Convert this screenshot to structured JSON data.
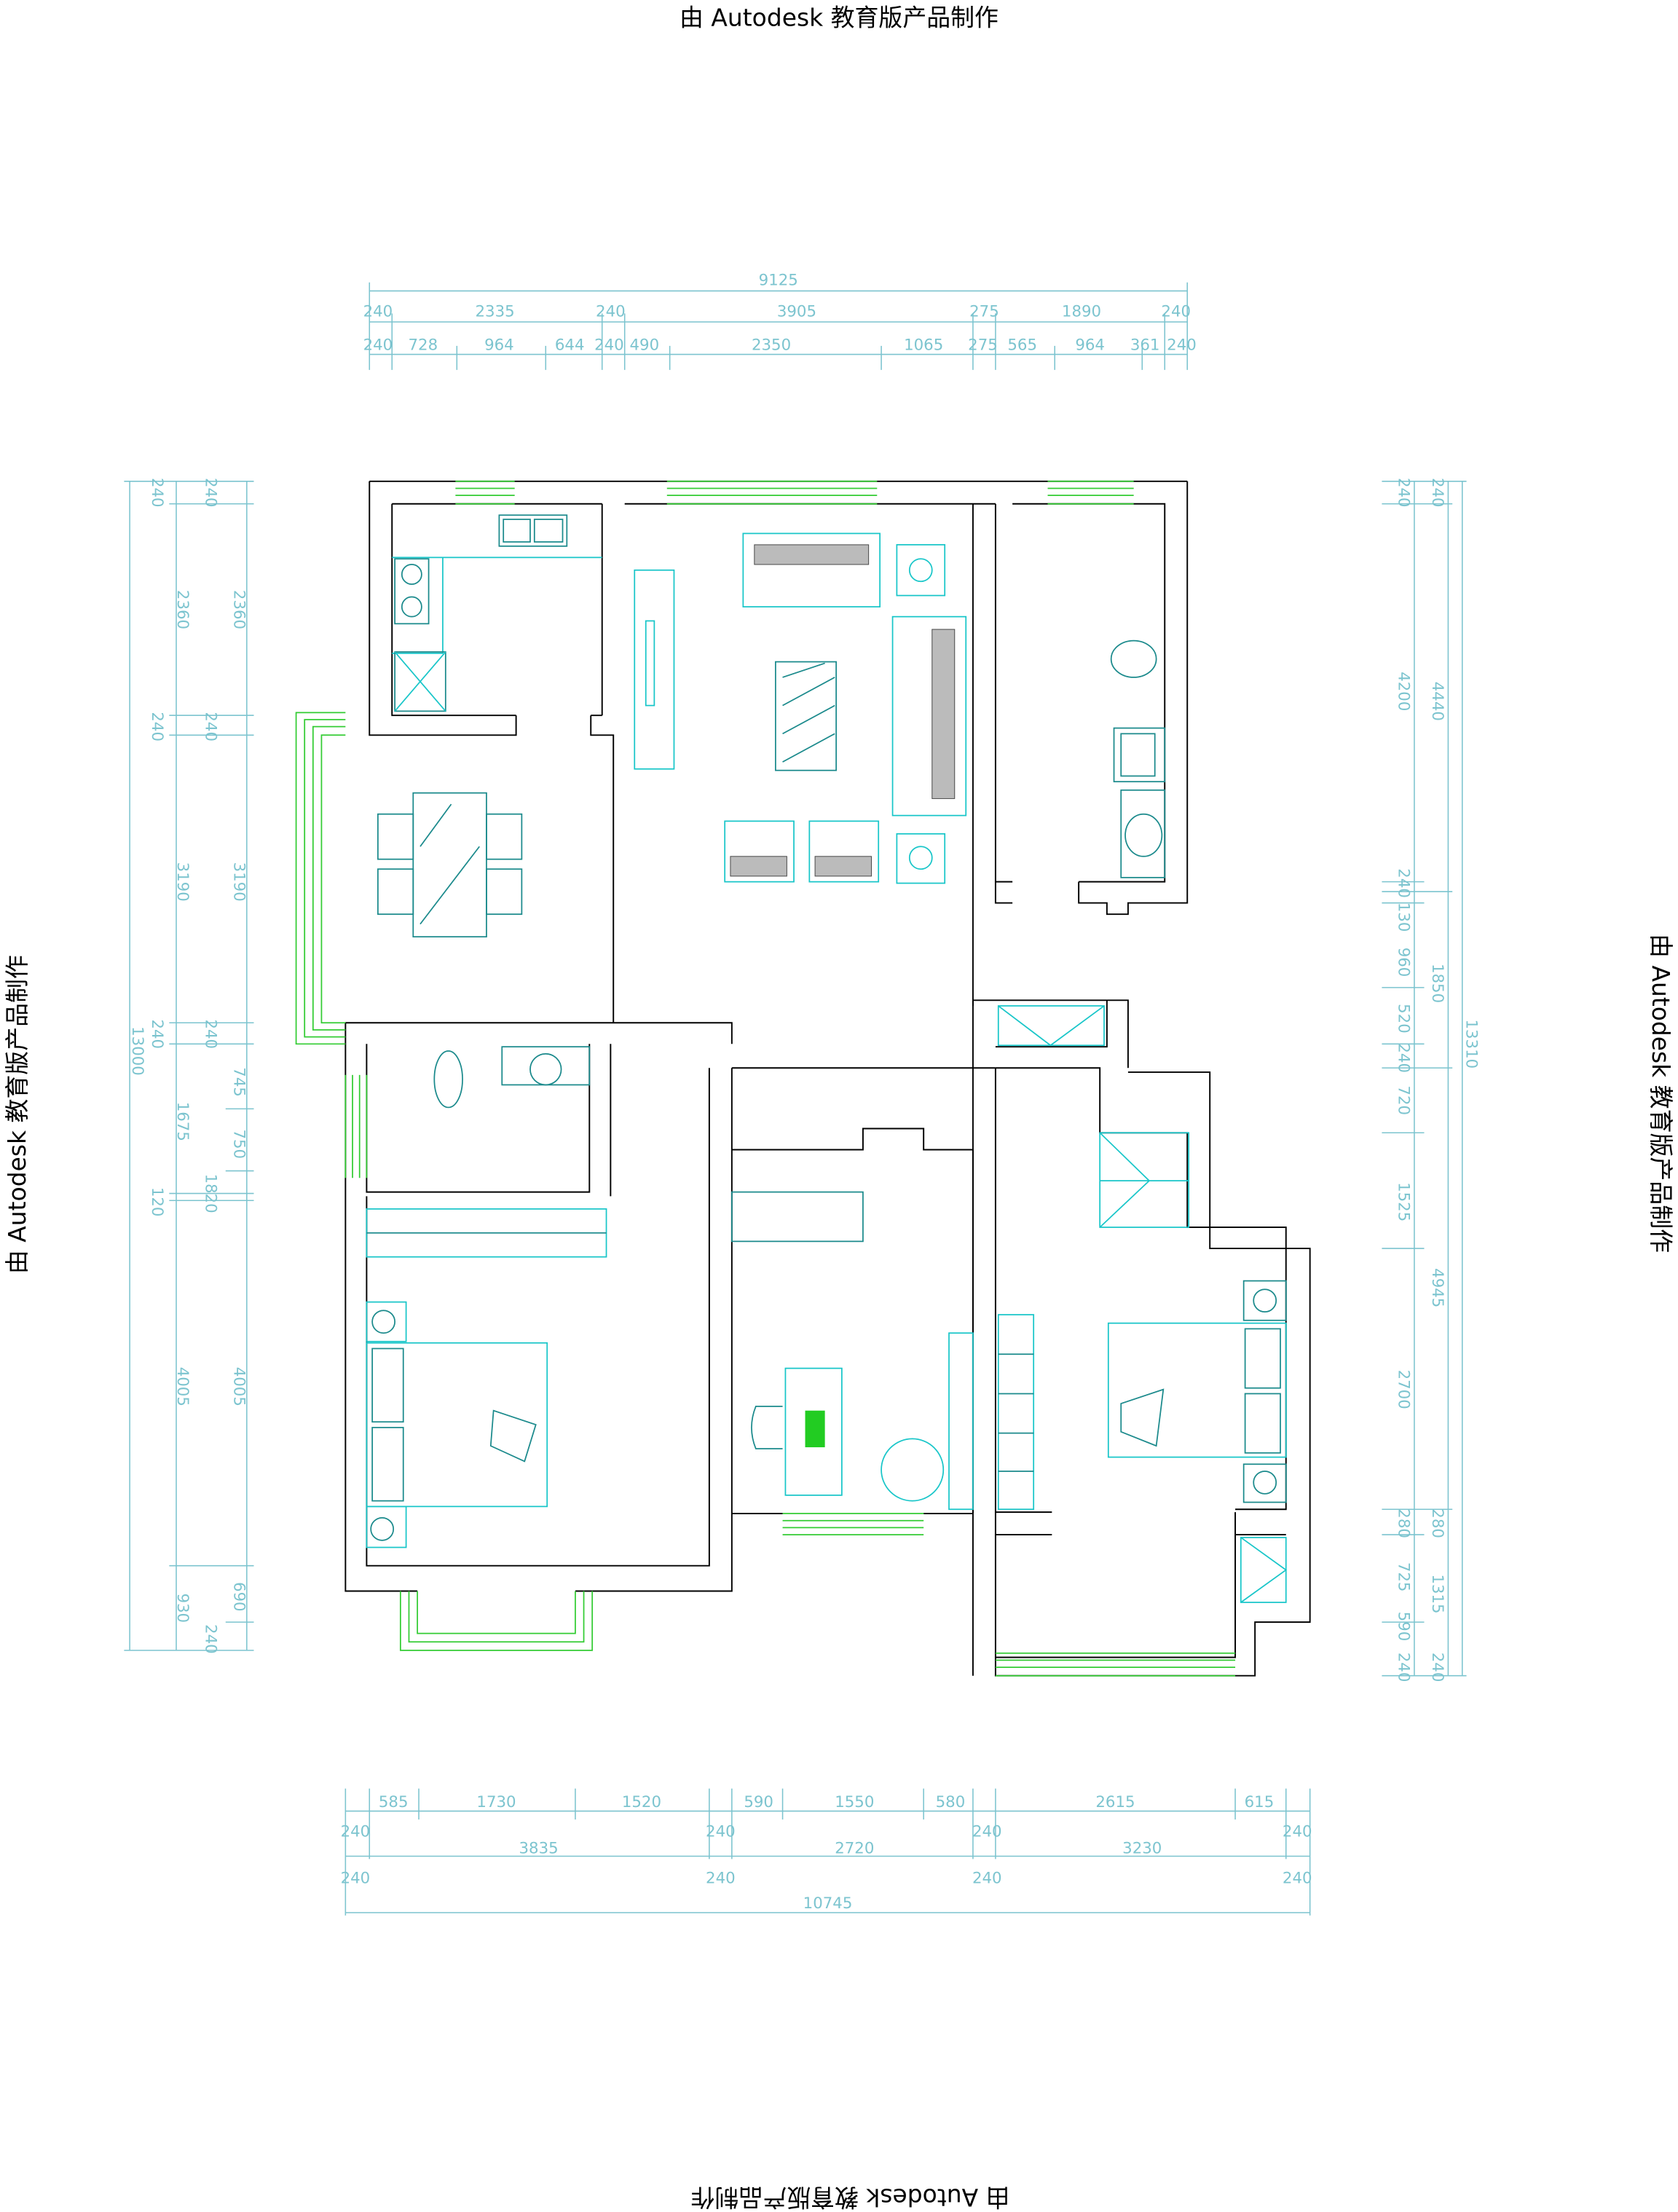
{
  "watermark": {
    "top": "由 Autodesk 教育版产品制作",
    "bottom": "由 Autodesk 教育版产品制作",
    "left": "由 Autodesk 教育版产品制作",
    "right": "由 Autodesk 教育版产品制作"
  },
  "colors": {
    "wall": "#000000",
    "dimension": "#7cc4cf",
    "furniture": "#19c6c9",
    "window": "#33cc33"
  },
  "dims": {
    "top": {
      "total": [
        "9125"
      ],
      "row1": [
        "240",
        "2335",
        "240",
        "3905",
        "275",
        "1890",
        "240"
      ],
      "row2": [
        "240",
        "728",
        "964",
        "644",
        "240",
        "490",
        "2350",
        "1065",
        "275",
        "565",
        "964",
        "361",
        "240"
      ]
    },
    "bottom": {
      "row1": [
        "585",
        "1730",
        "1520",
        "590",
        "1550",
        "580",
        "2615",
        "615"
      ],
      "row2_walls": [
        "240",
        "240",
        "240",
        "240"
      ],
      "row2_spans": [
        "3835",
        "2720",
        "3230"
      ],
      "row3_walls": [
        "240",
        "240",
        "240",
        "240"
      ],
      "total": [
        "10745"
      ]
    },
    "left": {
      "col1": [
        "240",
        "240",
        "240",
        "120"
      ],
      "total": [
        "13000"
      ],
      "col2": [
        "2360",
        "3190",
        "1675",
        "4005",
        "930"
      ],
      "col3": [
        "240",
        "240",
        "240",
        "1820",
        "240"
      ],
      "col4": [
        "2360",
        "3190",
        "745",
        "750",
        "4005",
        "690"
      ]
    },
    "right": {
      "col1": [
        "240",
        "4200",
        "240",
        "130",
        "960",
        "520",
        "240",
        "720",
        "1525",
        "2700",
        "280",
        "725",
        "590",
        "240"
      ],
      "col2": [
        "240",
        "4440",
        "1850",
        "4945",
        "280",
        "1315",
        "240"
      ],
      "total": [
        "13310"
      ]
    }
  }
}
